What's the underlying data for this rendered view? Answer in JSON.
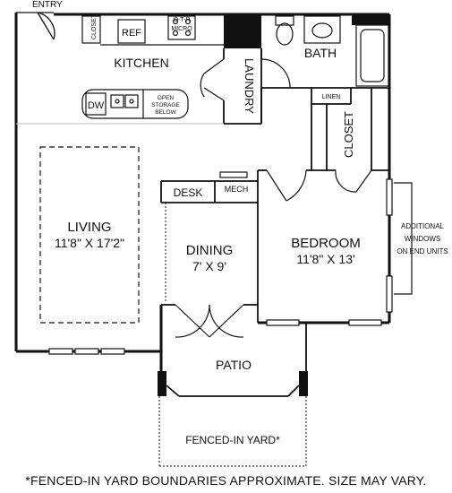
{
  "labels": {
    "entry": "ENTRY",
    "closet_small": "CLOSET",
    "ref": "REF",
    "micro_top": "O-T-R",
    "micro": "MICRO",
    "kitchen": "KITCHEN",
    "laundry": "LAUNDRY",
    "bath": "BATH",
    "linen": "LINEN",
    "closet": "CLOSET",
    "dw": "DW",
    "open_storage_1": "OPEN",
    "open_storage_2": "STORAGE",
    "open_storage_3": "BELOW",
    "desk": "DESK",
    "mech": "MECH",
    "living": "LIVING",
    "living_dim": "11'8\" X 17'2\"",
    "dining": "DINING",
    "dining_dim": "7' X 9'",
    "bedroom": "BEDROOM",
    "bedroom_dim": "11'8\" X 13'",
    "additional_1": "ADDITIONAL",
    "additional_2": "WINDOWS",
    "additional_3": "ON END UNITS",
    "patio": "PATIO",
    "yard": "FENCED-IN YARD*"
  },
  "footnote": "*FENCED-IN YARD BOUNDARIES APPROXIMATE. SIZE MAY VARY."
}
